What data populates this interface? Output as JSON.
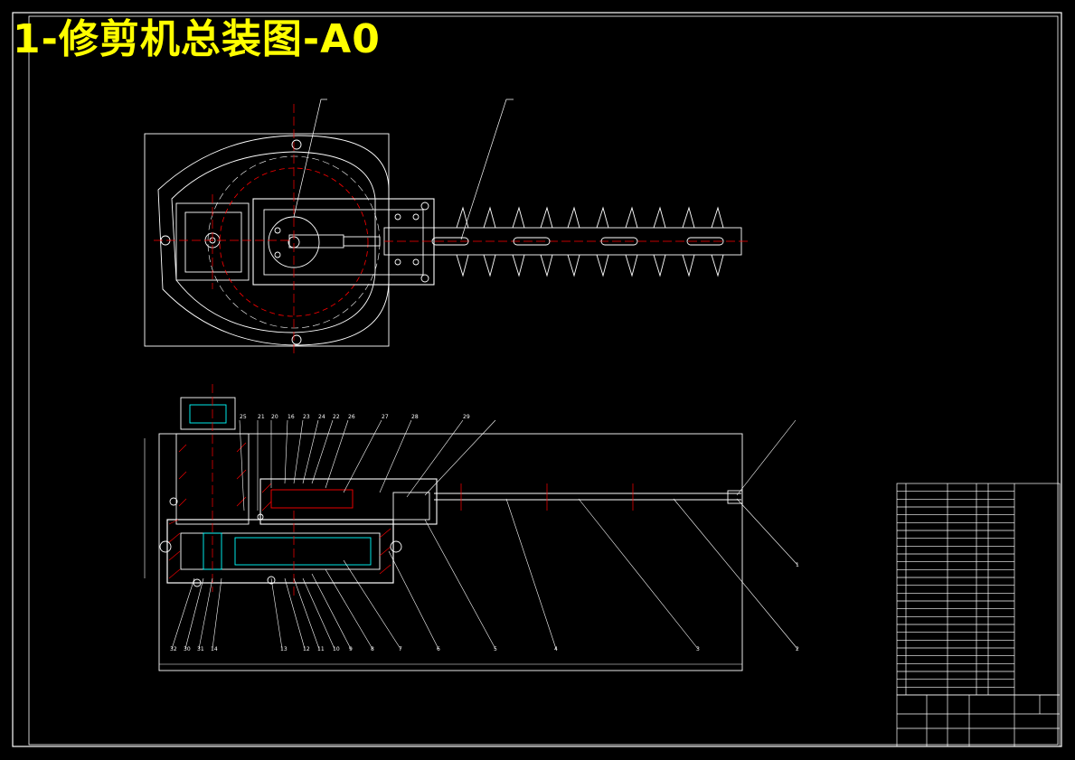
{
  "drawing": {
    "title": "1-修剪机总装图-A0",
    "top_view_label": "",
    "callouts_top": [
      "25",
      "21",
      "20",
      "16",
      "23",
      "24",
      "22",
      "26",
      "27",
      "28",
      "29"
    ],
    "callouts_bottom": [
      "32",
      "30",
      "31",
      "14",
      "13",
      "12",
      "11",
      "10",
      "9",
      "8",
      "7",
      "6",
      "5",
      "4",
      "3",
      "2",
      "1"
    ],
    "bom_rows": 27,
    "colors": {
      "background": "#000000",
      "title": "#ffff00",
      "outline": "#ffffff",
      "centerline": "#ff0000",
      "hatch": "#ff0000",
      "part_detail": "#00ffff",
      "leader": "#ffffff",
      "border": "#ffffff"
    }
  }
}
